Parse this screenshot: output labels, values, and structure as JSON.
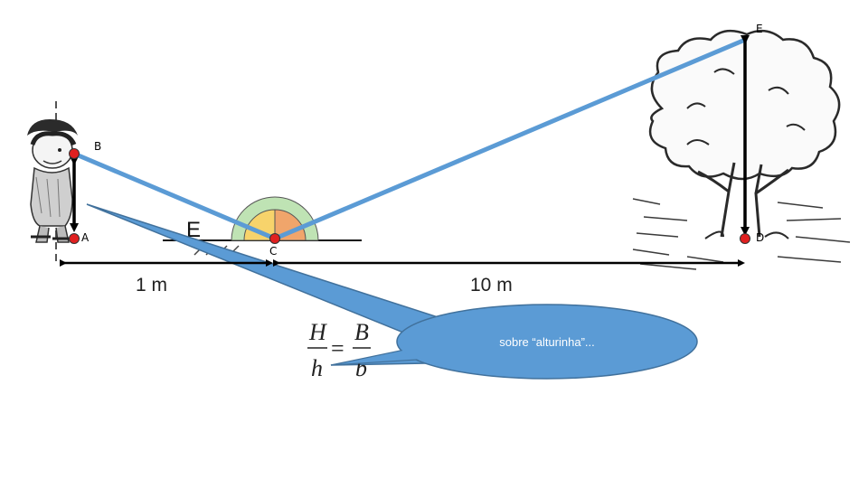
{
  "points": {
    "A": "A",
    "B": "B",
    "C": "C",
    "D": "D",
    "E": "E"
  },
  "mirror_label": "E",
  "distances": {
    "left": "1 m",
    "right": "10 m"
  },
  "equation": {
    "H": "H",
    "h": "h",
    "B": "B",
    "b": "b",
    "equals": "="
  },
  "callout": {
    "text": "sobre “alturinha”..."
  },
  "colors": {
    "ray": "#5b9bd5",
    "callout_fill": "#5b9bd5",
    "callout_stroke": "#41719c",
    "point_fill": "#e02020",
    "protractor_yellow": "#f7d36b",
    "protractor_orange": "#f0a56b",
    "protractor_green": "#bfe3b4"
  }
}
